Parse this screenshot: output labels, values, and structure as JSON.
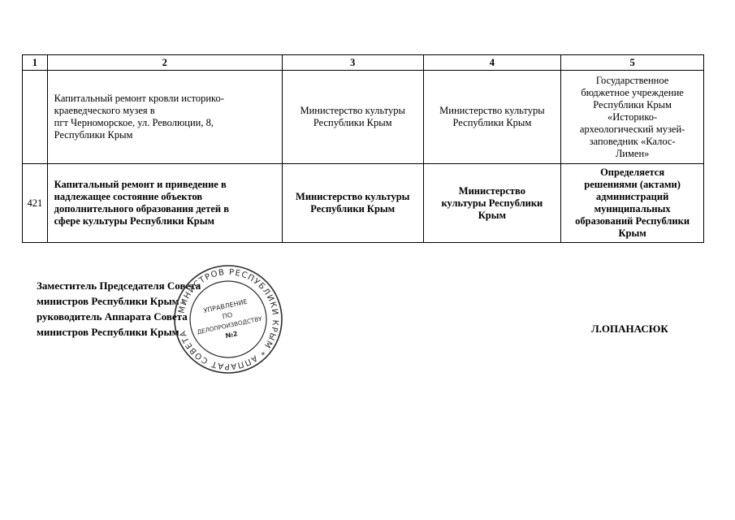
{
  "table": {
    "headers": [
      "1",
      "2",
      "3",
      "4",
      "5"
    ],
    "rows": [
      {
        "num": "",
        "name_lines": [
          "Капитальный ремонт кровли историко-",
          "краеведческого музея в",
          "пгт Черноморское, ул. Революции, 8,",
          "Республики Крым"
        ],
        "col3_lines": [
          "Министерство культуры",
          "Республики Крым"
        ],
        "col4_lines": [
          "Министерство культуры",
          "Республики Крым"
        ],
        "col5_lines": [
          "Государственное",
          "бюджетное учреждение",
          "Республики Крым",
          "«Историко-",
          "археологический музей-",
          "заповедник «Калос-",
          "Лимен»"
        ]
      },
      {
        "num": "421",
        "name_lines": [
          "Капитальный ремонт и приведение в",
          "надлежащее состояние объектов",
          "дополнительного образования детей в",
          "сфере культуры Республики Крым"
        ],
        "col3_lines": [
          "Министерство культуры",
          "Республики Крым"
        ],
        "col4_lines": [
          "Министерство",
          "культуры Республики",
          "Крым"
        ],
        "col5_lines": [
          "Определяется",
          "решениями (актами)",
          "администраций",
          "муниципальных",
          "образований Республики",
          "Крым"
        ]
      }
    ]
  },
  "signature": {
    "position_lines": [
      "Заместитель Председателя Совета",
      "министров Республики Крым -",
      "руководитель Аппарата Совета",
      "министров Республики Крым"
    ],
    "name": "Л.ОПАНАСЮК"
  },
  "stamp": {
    "outer_text": "МИНИСТРОВ РЕСПУБЛИКИ КРЫМ * АППАРАТ СОВЕТА",
    "inner_lines": [
      "УПРАВЛЕНИЕ",
      "ПО",
      "ДЕЛОПРОИЗВОДСТВУ",
      "№2"
    ],
    "color": "#2a2a2a"
  }
}
